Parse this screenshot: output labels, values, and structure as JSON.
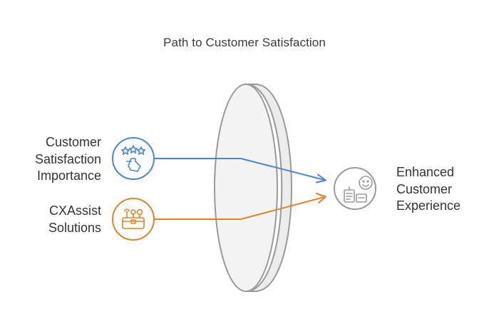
{
  "title": "Path to Customer Satisfaction",
  "inputs": [
    {
      "lines": [
        "Customer",
        "Satisfaction",
        "Importance"
      ],
      "icon": "stars-rating-icon",
      "color": "#4a86d8"
    },
    {
      "lines": [
        "CXAssist",
        "Solutions"
      ],
      "icon": "toolbox-icon",
      "color": "#e0842b"
    }
  ],
  "output": {
    "lines": [
      "Enhanced",
      "Customer",
      "Experience"
    ],
    "icon": "happy-customer-icon",
    "color": "#9a9a9a"
  },
  "lens": {
    "name": "lens",
    "fill": "#f2f2f2",
    "stroke": "#9a9a9a"
  }
}
